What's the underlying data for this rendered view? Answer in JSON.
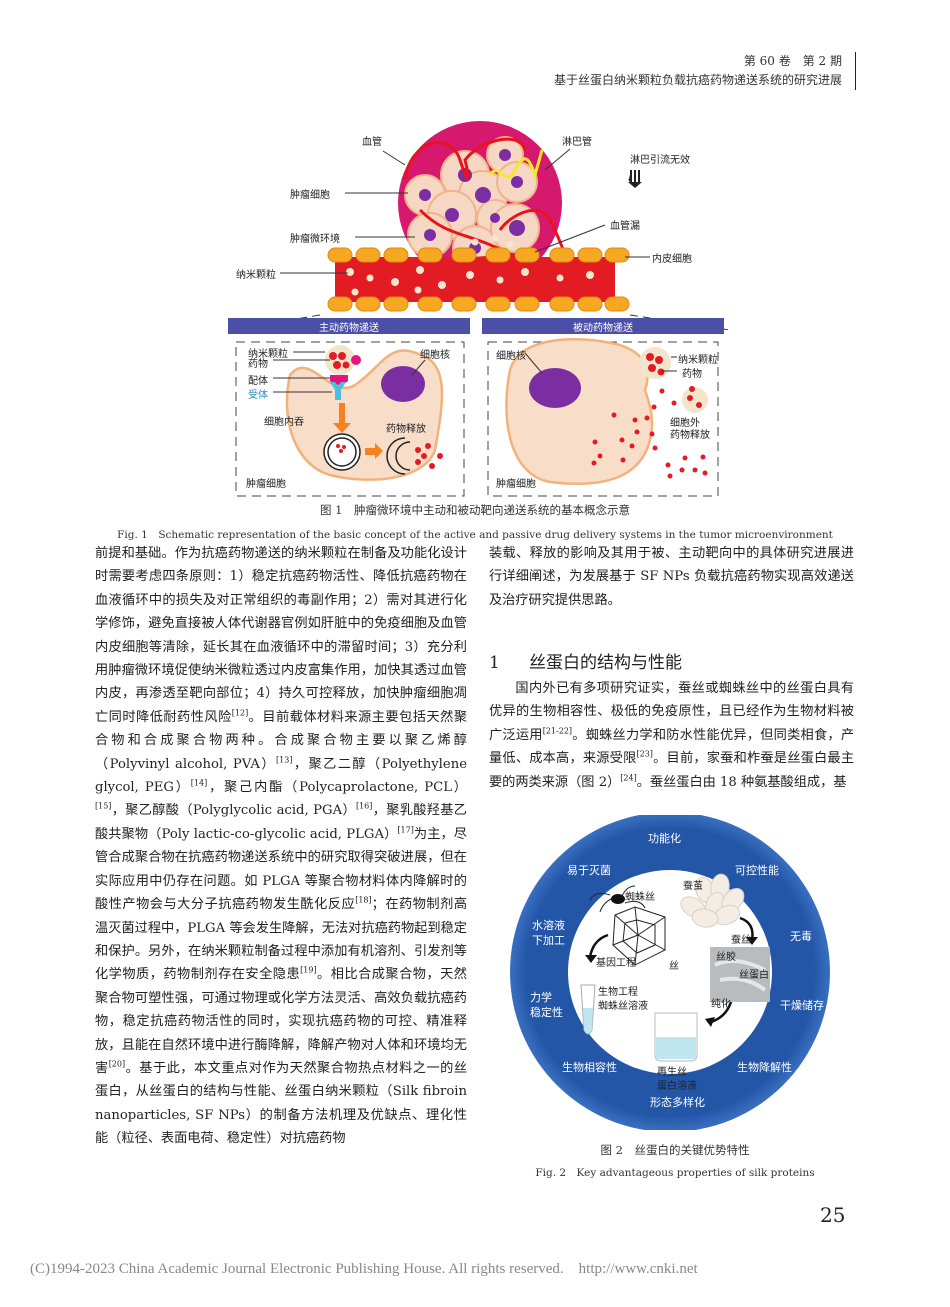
{
  "header": {
    "volume_issue": "第 60 卷　第 2 期",
    "running_title": "基于丝蛋白纳米颗粒负载抗癌药物递送系统的研究进展"
  },
  "figure1": {
    "labels": {
      "blood_vessel": "血管",
      "lymph_vessel": "淋巴管",
      "lymph_drainage": "淋巴引流无效",
      "tumor_cell": "肿瘤细胞",
      "tumor_microenv": "肿瘤微环境",
      "vascular_leak": "血管漏",
      "endothelial_cell": "内皮细胞",
      "nanoparticle": "纳米颗粒"
    },
    "active_panel": {
      "title": "主动药物递送",
      "nanoparticle": "纳米颗粒",
      "drug": "药物",
      "ligand": "配体",
      "receptor": "受体",
      "nucleus": "细胞核",
      "endocytosis": "细胞内吞",
      "drug_release": "药物释放",
      "tumor_cell": "肿瘤细胞"
    },
    "passive_panel": {
      "title": "被动药物递送",
      "nucleus": "细胞核",
      "nanoparticle": "纳米颗粒",
      "drug": "药物",
      "extracellular_release_1": "细胞外",
      "extracellular_release_2": "药物释放",
      "tumor_cell": "肿瘤细胞"
    },
    "caption_cn": "图 1　肿瘤微环境中主动和被动靶向递送系统的基本概念示意",
    "caption_en": "Fig. 1　Schematic representation of the basic concept of the active and passive drug delivery systems in the tumor microenvironment"
  },
  "left_column": {
    "paragraphs": [
      [
        {
          "t": "前提和基础。作为抗癌药物递送的纳米颗粒在制备及功能化设计时需要考虑四条原则：1）稳定抗癌药物活性、降低抗癌药物在血液循环中的损失及对正常组织的毒副作用；2）需对其进行化学修饰，避免直接被人体代谢器官例如肝脏中的免疫细胞及血管内皮细胞等清除，延长其在血液循环中的滞留时间；3）充分利用肿瘤微环境促使纳米微粒透过内皮富集作用，加快其透过血管内皮，再渗透至靶向部位；4）持久可控释放，加快肿瘤细胞凋亡同时降低耐药性风险"
        },
        {
          "c": "[12]"
        },
        {
          "t": "。目前载体材料来源主要包括天然聚合物和合成聚合物两种。合成聚合物主要以聚乙烯醇（Polyvinyl alcohol, PVA）"
        },
        {
          "c": "[13]"
        },
        {
          "t": "，聚乙二醇（Polyethylene glycol, PEG）"
        },
        {
          "c": "[14]"
        },
        {
          "t": "，聚己内酯（Polycaprolactone, PCL）"
        },
        {
          "c": "[15]"
        },
        {
          "t": "，聚乙醇酸（Polyglycolic acid, PGA）"
        },
        {
          "c": "[16]"
        },
        {
          "t": "，聚乳酸羟基乙酸共聚物（Poly lactic-co-glycolic acid, PLGA）"
        },
        {
          "c": "[17]"
        },
        {
          "t": "为主，尽管合成聚合物在抗癌药物递送系统中的研究取得突破进展，但在实际应用中仍存在问题。如 PLGA 等聚合物材料体内降解时的酸性产物会与大分子抗癌药物发生酰化反应"
        },
        {
          "c": "[18]"
        },
        {
          "t": "；在药物制剂高温灭菌过程中，PLGA 等会发生降解，无法对抗癌药物起到稳定和保护。另外，在纳米颗粒制备过程中添加有机溶剂、引发剂等化学物质，药物制剂存在安全隐患"
        },
        {
          "c": "[19]"
        },
        {
          "t": "。相比合成聚合物，天然聚合物可塑性强，可通过物理或化学方法灵活、高效负载抗癌药物，稳定抗癌药物活性的同时，实现抗癌药物的可控、精准释放，且能在自然环境中进行酶降解，降解产物对人体和环境均无害"
        },
        {
          "c": "[20]"
        },
        {
          "t": "。基于此，本文重点对作为天然聚合物热点材料之一的丝蛋白，从丝蛋白的结构与性能、丝蛋白纳米颗粒（Silk fibroin nanoparticles, SF NPs）的制备方法机理及优缺点、理化性能（粒径、表面电荷、稳定性）对抗癌药物"
        }
      ]
    ]
  },
  "right_column": {
    "intro_continuation": "装载、释放的影响及其用于被、主动靶向中的具体研究进展进行详细阐述，为发展基于 SF NPs 负载抗癌药物实现高效递送及治疗研究提供思路。",
    "section": {
      "number": "1",
      "title": "丝蛋白的结构与性能"
    },
    "section_paragraph": [
      {
        "t": "国内外已有多项研究证实，蚕丝或蜘蛛丝中的丝蛋白具有优异的生物相容性、极低的免疫原性，且已经作为生物材料被广泛运用"
      },
      {
        "c": "[21-22]"
      },
      {
        "t": "。蜘蛛丝力学和防水性能优异，但同类相食，产量低、成本高，来源受限"
      },
      {
        "c": "[23]"
      },
      {
        "t": "。目前，家蚕和柞蚕是丝蛋白最主要的两类来源（图 2）"
      },
      {
        "c": "[24]"
      },
      {
        "t": "。蚕丝蛋白由 18 种氨基酸组成，基"
      }
    ]
  },
  "figure2": {
    "ring_color": "#2456a8",
    "outer_properties": [
      "功能化",
      "可控性能",
      "无毒",
      "干燥储存",
      "生物降解性",
      "形态多样化",
      "生物相容性",
      "力学稳定性",
      "水溶液下加工",
      "易于灭菌"
    ],
    "outer_labels": {
      "functionalization": "功能化",
      "controllable": "可控性能",
      "nontoxic": "无毒",
      "dry_storage_1": "干燥储存",
      "biodegradable": "生物降解性",
      "morphology": "形态多样化",
      "biocompatible": "生物相容性",
      "mechanical_1": "力学",
      "mechanical_2": "稳定性",
      "aqueous_1": "水溶液",
      "aqueous_2": "下加工",
      "sterilize": "易于灭菌"
    },
    "inner_labels": {
      "spider_silk": "蜘蛛丝",
      "cocoon": "蚕茧",
      "silk": "蚕丝",
      "sericin": "丝胶",
      "fibroin": "丝蛋白",
      "center": "丝",
      "genetic_engineering": "基因工程",
      "bio_spider_1": "生物工程",
      "bio_spider_2": "蜘蛛丝溶液",
      "purify": "纯化",
      "regen_1": "再生丝",
      "regen_2": "蛋白溶液"
    },
    "caption_cn": "图 2　丝蛋白的关键优势特性",
    "caption_en": "Fig. 2　Key advantageous properties of silk proteins"
  },
  "page_number": "25",
  "footer": "(C)1994-2023 China Academic Journal Electronic Publishing House. All rights reserved.    http://www.cnki.net"
}
